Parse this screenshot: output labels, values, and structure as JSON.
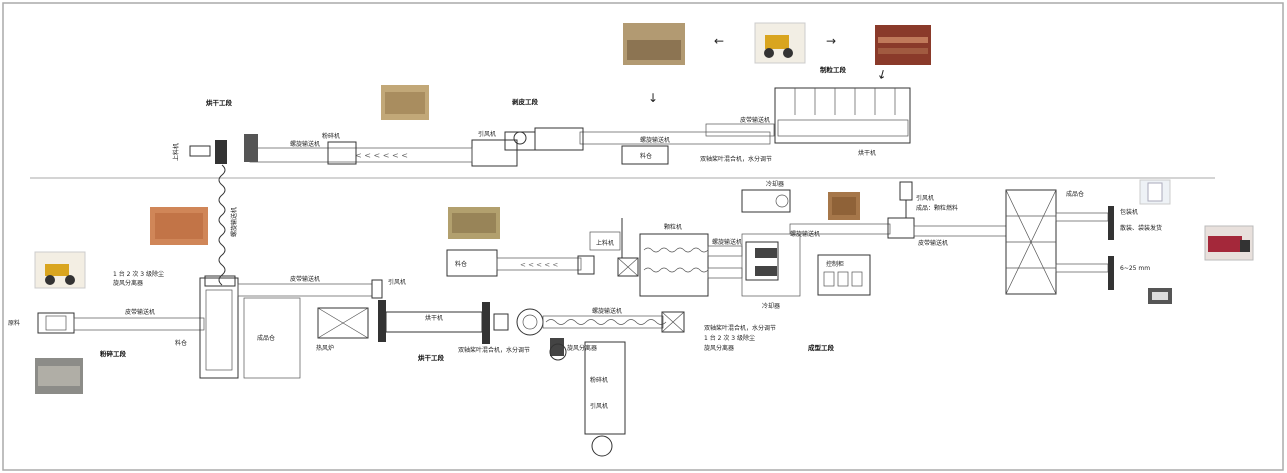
{
  "diagram": {
    "section_labels": {
      "drying": "烘干工段",
      "crushing": "粉碎工段",
      "peeling": "剥皮工段",
      "forming": "成型工段",
      "pelletizing": "制粒工段"
    },
    "equipment_labels": {
      "bin_top": "料仓",
      "dryer": "烘干机",
      "cyclone": "旋风分离器",
      "hammer_mill": "粉碎机",
      "screw_conveyor": "螺旋输送机",
      "belt_conveyor": "皮带输送机",
      "hot_air_furnace": "热风炉",
      "fan": "引风机",
      "pellet_mill": "颗粒机",
      "cooler": "冷却器",
      "control_cabinet": "控制柜",
      "packing": "包装机",
      "storage": "成品仓",
      "size_range": "6~25 mm",
      "feeding": "上料机",
      "raw_material": "原料"
    },
    "notes": {
      "note1": "双轴桨叶混合机，水分调节",
      "note2": "成品：颗粒燃料",
      "note3": "1 台 2 次 3 级除尘",
      "note4": "散装、袋装发货"
    },
    "colors": {
      "line": "#333333",
      "bg": "#ffffff",
      "photo_wood": "#b08c5a",
      "photo_sawdust": "#c9764a",
      "photo_pellet": "#a89060"
    }
  }
}
